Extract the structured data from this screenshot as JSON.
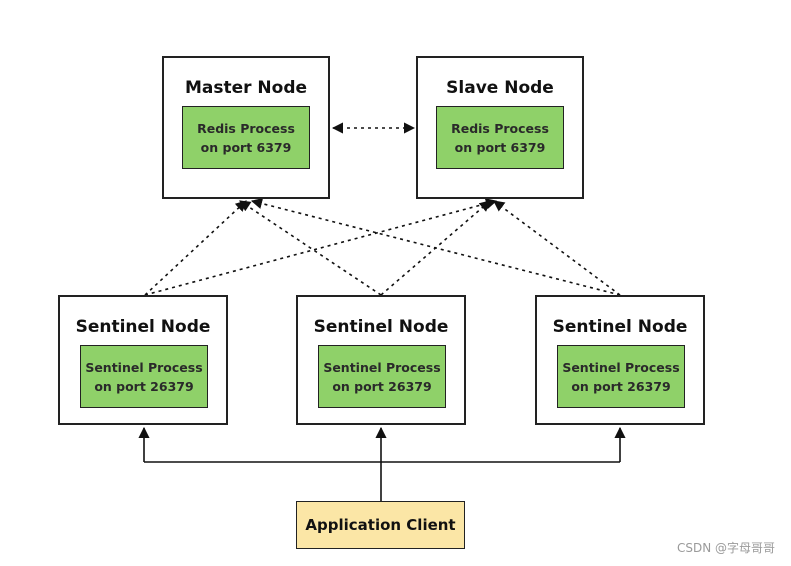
{
  "master": {
    "title": "Master Node",
    "process_line1": "Redis Process",
    "process_line2": "on port 6379"
  },
  "slave": {
    "title": "Slave Node",
    "process_line1": "Redis Process",
    "process_line2": "on port 6379"
  },
  "sentinels": [
    {
      "title": "Sentinel Node",
      "process_line1": "Sentinel Process",
      "process_line2": "on port 26379"
    },
    {
      "title": "Sentinel Node",
      "process_line1": "Sentinel Process",
      "process_line2": "on port 26379"
    },
    {
      "title": "Sentinel Node",
      "process_line1": "Sentinel Process",
      "process_line2": "on port 26379"
    }
  ],
  "client": {
    "label": "Application Client"
  },
  "watermark": "CSDN @字母哥哥",
  "colors": {
    "process_fill": "#8fd169",
    "client_fill": "#fbe6a6",
    "border": "#222222"
  }
}
